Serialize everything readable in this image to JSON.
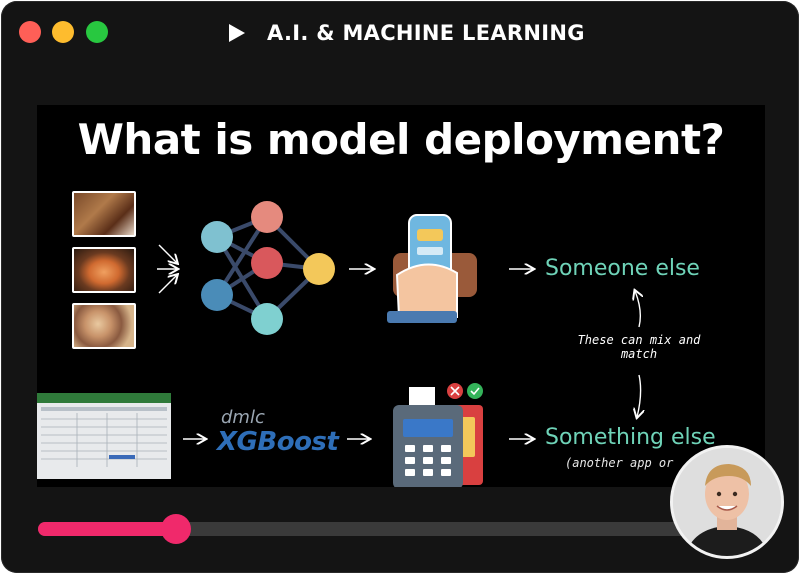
{
  "window": {
    "title": "A.I. & MACHINE LEARNING",
    "controls": [
      "close",
      "minimize",
      "maximize"
    ],
    "play_icon": "play-icon"
  },
  "slide": {
    "title": "What is model deployment?",
    "top_output": "Someone else",
    "bottom_output": "Something else",
    "bottom_note": "(another app or",
    "mix_note_line1": "These can mix and",
    "mix_note_line2": "match",
    "dmlc_label": "dmlc",
    "xgboost_label": "XGBoost",
    "icons": [
      "food-photo-steak",
      "food-photo-salmon",
      "food-photo-pizza",
      "neural-network-icon",
      "phone-in-hand-icon",
      "spreadsheet-icon",
      "payment-terminal-icon"
    ]
  },
  "player": {
    "progress": 0.19
  },
  "colors": {
    "accent": "#f0296b",
    "teal_text": "#6fd3b8",
    "xgboost_blue": "#2e6eb8"
  }
}
